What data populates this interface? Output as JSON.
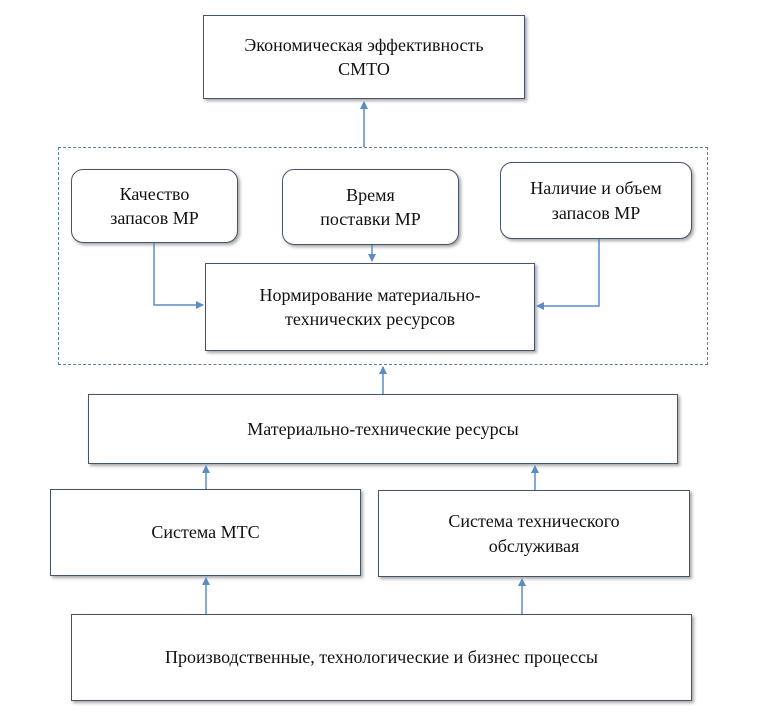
{
  "nodes": {
    "top": "Экономическая эффективность\nСМТО",
    "quality": "Качество\nзапасов МР",
    "time": "Время\nпоставки МР",
    "availability": "Наличие и объем\nзапасов МР",
    "norming": "Нормирование материально-\nтехнических ресурсов",
    "resources": "Материально-технические ресурсы",
    "mts": "Система МТС",
    "maintenance": "Система технического\nобслуживая",
    "processes": "Производственные, технологические и бизнес процессы"
  },
  "colors": {
    "arrow": "#5b8cc4",
    "border": "#44546a",
    "dashed": "#5b7fa8"
  }
}
